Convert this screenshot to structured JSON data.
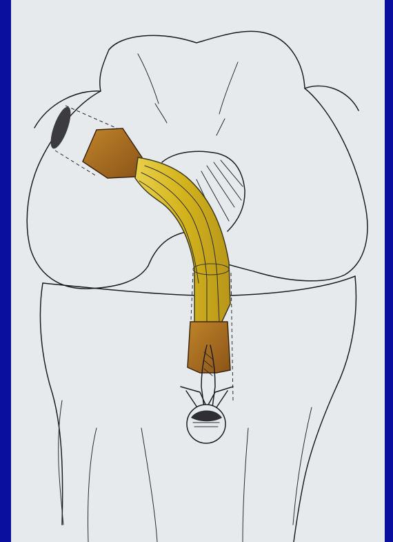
{
  "colors": {
    "frame": "#0a0f9e",
    "paper": "#e7eaec",
    "ink": "#1b1b20",
    "graft_tendon": "#d8b81e",
    "bone_block": "#a5691e"
  },
  "figure": {
    "subject": "knee-joint-anterior-view",
    "parts": [
      "femur-condyles",
      "tibia",
      "bone-tunnel-femoral",
      "tendon-graft",
      "bone-block-femoral",
      "bone-block-tibial",
      "suture-tie",
      "fixation-button"
    ]
  }
}
